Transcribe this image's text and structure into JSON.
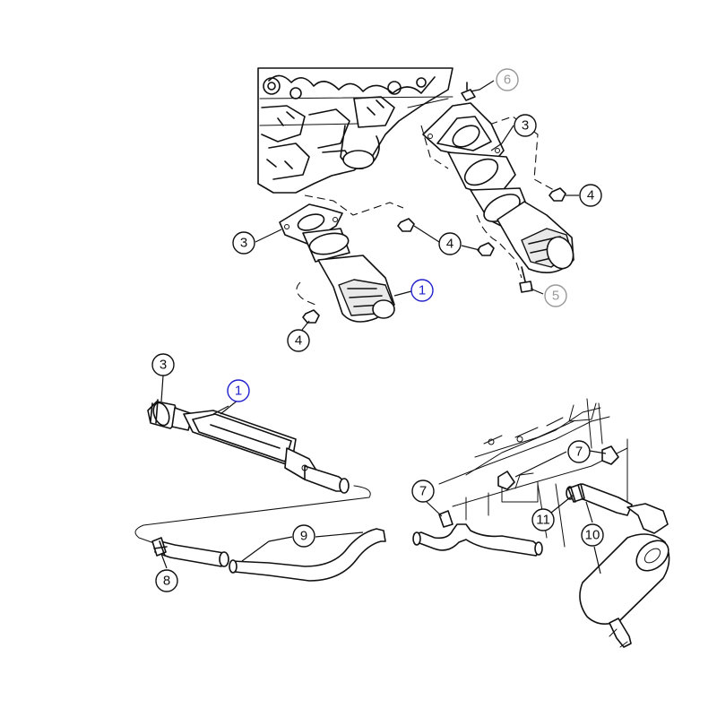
{
  "callouts": [
    {
      "label": "6",
      "color": "#999999"
    },
    {
      "label": "3",
      "color": "#111111"
    },
    {
      "label": "4",
      "color": "#111111"
    },
    {
      "label": "3",
      "color": "#111111"
    },
    {
      "label": "4",
      "color": "#111111"
    },
    {
      "label": "1",
      "color": "#2222cc"
    },
    {
      "label": "5",
      "color": "#999999"
    },
    {
      "label": "4",
      "color": "#111111"
    },
    {
      "label": "3",
      "color": "#111111"
    },
    {
      "label": "1",
      "color": "#2222cc"
    },
    {
      "label": "7",
      "color": "#111111"
    },
    {
      "label": "7",
      "color": "#111111"
    },
    {
      "label": "11",
      "color": "#111111"
    },
    {
      "label": "9",
      "color": "#111111"
    },
    {
      "label": "10",
      "color": "#111111"
    },
    {
      "label": "8",
      "color": "#111111"
    }
  ]
}
